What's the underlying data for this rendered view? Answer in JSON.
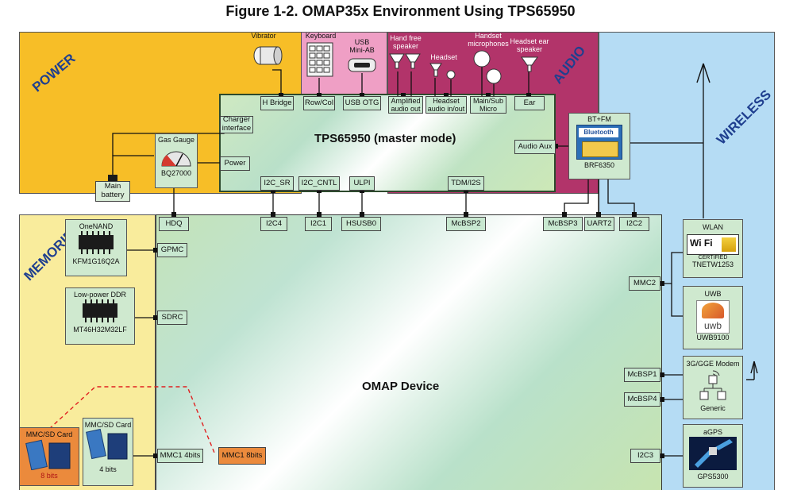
{
  "title": "Figure 1-2. OMAP35x Environment Using TPS65950",
  "regions": {
    "power": "POWER",
    "audio": "AUDIO",
    "wireless": "WIRELESS",
    "memories": "MEMORIES"
  },
  "tps": {
    "title": "TPS65950 (master mode)",
    "charger": "Charger interface",
    "power": "Power",
    "audio_aux": "Audio Aux",
    "hbridge": "H Bridge",
    "rowcol": "Row/Col",
    "usbotg": "USB OTG",
    "amp_audio": "Amplified audio out",
    "headset_io": "Headset audio in/out",
    "mainsub": "Main/Sub Micro",
    "ear": "Ear",
    "i2c_sr": "I2C_SR",
    "i2c_cntl": "I2C_CNTL",
    "ulpi": "ULPI",
    "tdm": "TDM/I2S"
  },
  "omap": {
    "title": "OMAP Device",
    "hdq": "HDQ",
    "i2c4": "I2C4",
    "i2c1": "I2C1",
    "hsusb0": "HSUSB0",
    "mcbsp2": "McBSP2",
    "mcbsp3": "McBSP3",
    "uart2": "UART2",
    "i2c2": "I2C2",
    "gpmc": "GPMC",
    "sdrc": "SDRC",
    "mmc2": "MMC2",
    "mcbsp1": "McBSP1",
    "mcbsp4": "McBSP4",
    "i2c3": "I2C3",
    "mmc1_4": "MMC1 4bits",
    "mmc1_8": "MMC1 8bits"
  },
  "power": {
    "vibrator": "Vibrator",
    "gas_gauge": "Gas Gauge",
    "bq": "BQ27000",
    "battery": "Main battery"
  },
  "keyboard": {
    "keyboard": "Keyboard",
    "usb": "USB Mini-AB"
  },
  "audio": {
    "handfree": "Hand free speaker",
    "headset": "Headset",
    "handset_mic": "Handset microphones",
    "headset_ear": "Headset ear speaker"
  },
  "wireless": {
    "bt_title": "BT+FM",
    "bluetooth": "Bluetooth",
    "brf": "BRF6350",
    "wlan": "WLAN",
    "wifi": "Wi Fi",
    "certified": "CERTIFIED",
    "tnetw": "TNETW1253",
    "uwb_title": "UWB",
    "uwb_logo": "uwb",
    "uwb_part": "UWB9100",
    "modem": "3G/GGE Modem",
    "generic": "Generic",
    "agps": "aGPS",
    "gps": "GPS5300"
  },
  "memories": {
    "onenand": "OneNAND",
    "onenand_part": "KFM1G16Q2A",
    "ddr": "Low-power DDR",
    "ddr_part": "MT46H32M32LF",
    "mmc_card": "MMC/SD Card",
    "mmc_card2": "MMC/SD Card",
    "bits8": "8 bits",
    "bits4": "4 bits"
  }
}
